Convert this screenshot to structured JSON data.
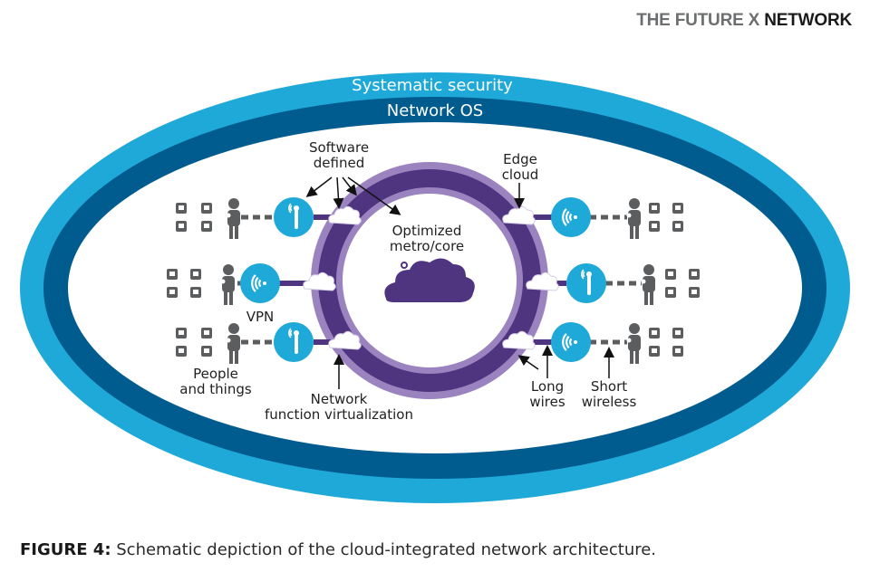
{
  "header": {
    "prefix": "THE FUTURE X",
    "emphasis": "NETWORK"
  },
  "layers": {
    "outer": "Systematic security",
    "inner": "Network OS"
  },
  "core": {
    "label_line1": "Optimized",
    "label_line2": "metro/core"
  },
  "annotations": {
    "software_defined": [
      "Software",
      "defined"
    ],
    "edge_cloud": [
      "Edge",
      "cloud"
    ],
    "vpn": "VPN",
    "people_things": [
      "People",
      "and things"
    ],
    "nfv": [
      "Network",
      "function virtualization"
    ],
    "long_wires": [
      "Long",
      "wires"
    ],
    "short_wireless": [
      "Short",
      "wireless"
    ]
  },
  "access_nodes": [
    {
      "side": "left",
      "row": "top",
      "type": "antenna"
    },
    {
      "side": "left",
      "row": "middle",
      "type": "wifi"
    },
    {
      "side": "left",
      "row": "bottom",
      "type": "antenna"
    },
    {
      "side": "right",
      "row": "top",
      "type": "wifi"
    },
    {
      "side": "right",
      "row": "middle",
      "type": "antenna"
    },
    {
      "side": "right",
      "row": "bottom",
      "type": "wifi"
    }
  ],
  "device_groups": [
    {
      "side": "left",
      "row": "top",
      "devices": [
        "monitor-icon",
        "camera-icon",
        "webcam-icon",
        "sensor-icon"
      ]
    },
    {
      "side": "left",
      "row": "middle",
      "devices": [
        "printer-icon",
        "worker-icon",
        "car-icon",
        "hangar-icon"
      ]
    },
    {
      "side": "left",
      "row": "bottom",
      "devices": [
        "wind-turbine-icon",
        "airplane-icon",
        "factory-icon",
        "satellite-icon"
      ]
    },
    {
      "side": "right",
      "row": "top",
      "devices": [
        "phone-icon",
        "glove-icon",
        "plug-icon",
        "washer-icon"
      ]
    },
    {
      "side": "right",
      "row": "middle",
      "devices": [
        "document-icon",
        "computer-icon",
        "printer-icon",
        "person-icon"
      ]
    },
    {
      "side": "right",
      "row": "bottom",
      "devices": [
        "tower-icon",
        "house-icon",
        "antenna-tower-icon",
        "factory-icon"
      ]
    }
  ],
  "colors": {
    "outer_ring": "#1fa9d8",
    "inner_ring": "#005b8f",
    "metro_dark": "#4f3580",
    "metro_light": "#9a83bf",
    "node_blue": "#1fa9d8",
    "device_gray": "#5c5d5f"
  },
  "caption": {
    "label": "FIGURE 4:",
    "text": " Schematic depiction of the cloud-integrated network architecture."
  }
}
